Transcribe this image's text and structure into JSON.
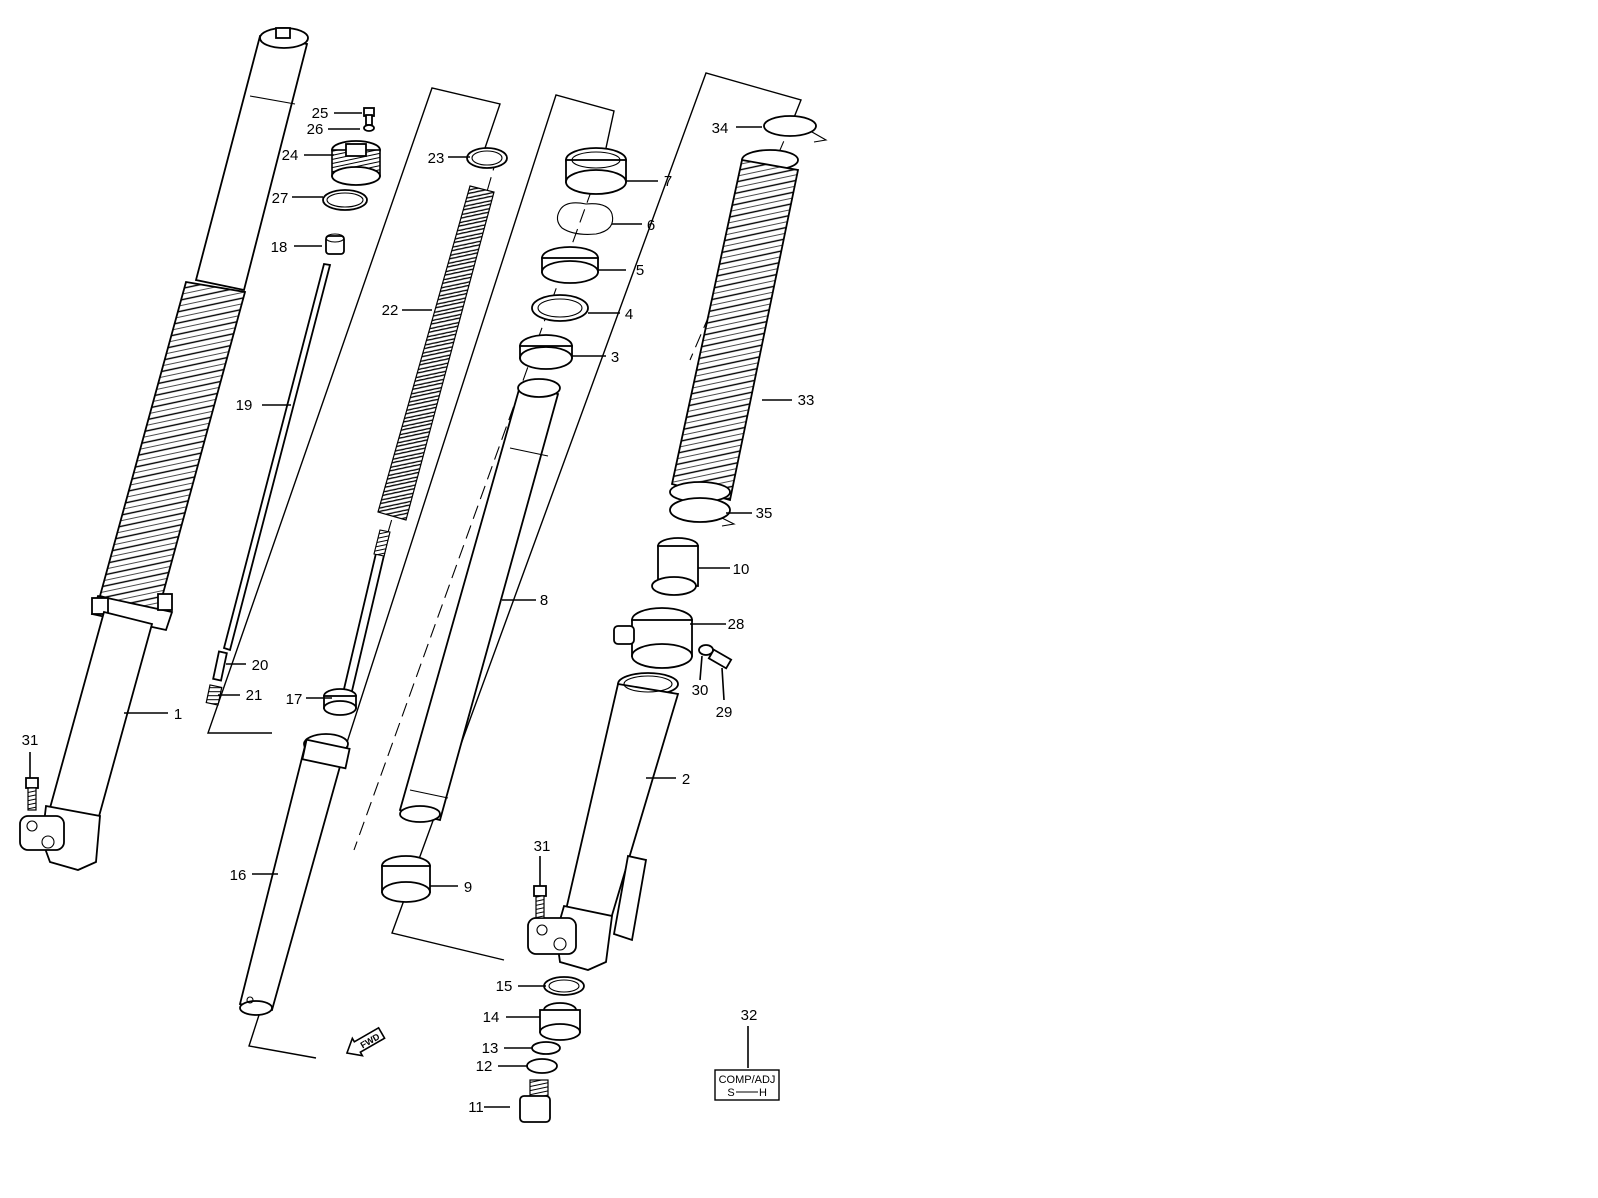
{
  "callouts": {
    "c1": "1",
    "c2": "2",
    "c3": "3",
    "c4": "4",
    "c5": "5",
    "c6": "6",
    "c7": "7",
    "c8": "8",
    "c9": "9",
    "c10": "10",
    "c11": "11",
    "c12": "12",
    "c13": "13",
    "c14": "14",
    "c15": "15",
    "c16": "16",
    "c17": "17",
    "c18": "18",
    "c19": "19",
    "c20": "20",
    "c21": "21",
    "c22": "22",
    "c23": "23",
    "c24": "24",
    "c25": "25",
    "c26": "26",
    "c27": "27",
    "c28": "28",
    "c29": "29",
    "c30": "30",
    "c31a": "31",
    "c31b": "31",
    "c32": "32",
    "c33": "33",
    "c34": "34",
    "c35": "35"
  },
  "badge": {
    "line1": "COMP/ADJ",
    "line2_left": "S",
    "line2_right": "H"
  },
  "direction_arrow": {
    "label": "FWD",
    "icon": "front-direction-arrow-icon"
  }
}
